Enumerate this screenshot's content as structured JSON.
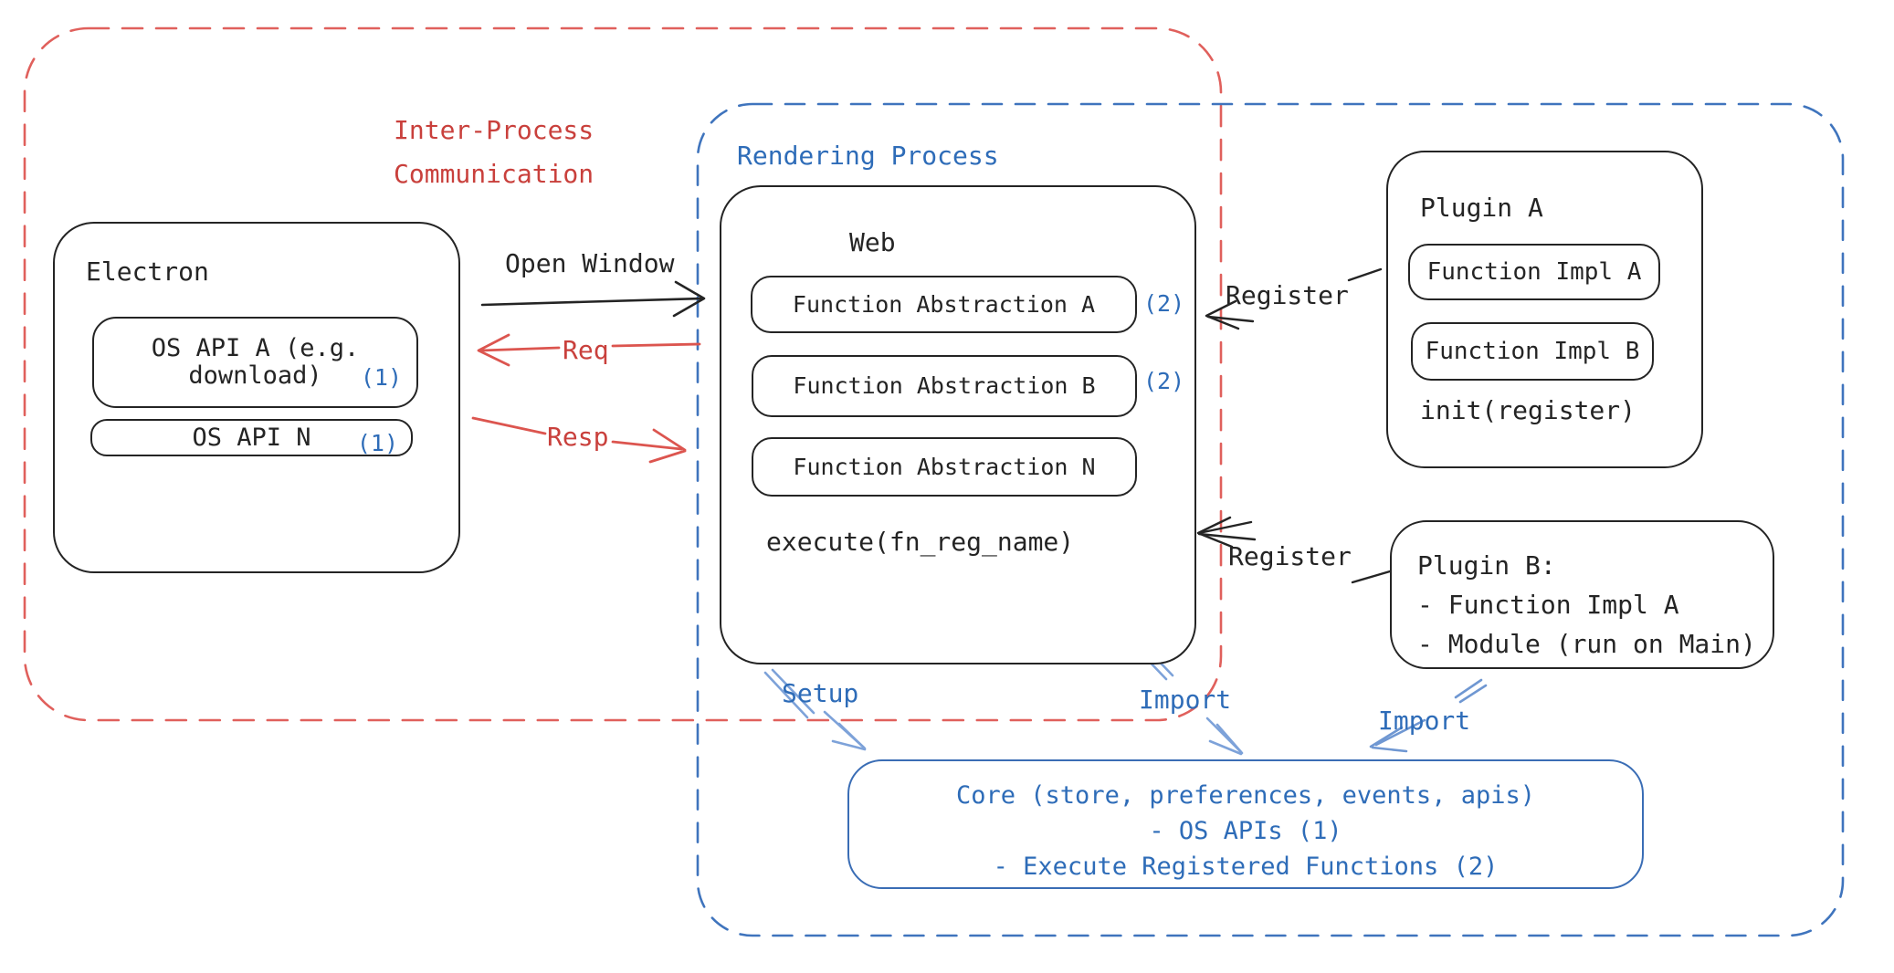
{
  "colors": {
    "ink": "#242424",
    "red_stroke": "#e0605c",
    "red_text": "#c9403c",
    "blue_stroke": "#3f74bd",
    "blue_text": "#2e6cb8",
    "blue_arrow": "#7da2d9"
  },
  "regions": {
    "ipc": {
      "label_line1": "Inter-Process",
      "label_line2": "Communication"
    },
    "rendering": {
      "label": "Rendering Process"
    }
  },
  "electron": {
    "title": "Electron",
    "api_a_line1": "OS API A (e.g.",
    "api_a_line2": "download)",
    "api_a_badge": "(1)",
    "api_n_label": "OS API N",
    "api_n_badge": "(1)"
  },
  "web": {
    "title": "Web",
    "abstractions": [
      {
        "label": "Function Abstraction A",
        "badge": "(2)"
      },
      {
        "label": "Function Abstraction B",
        "badge": "(2)"
      },
      {
        "label": "Function Abstraction N",
        "badge": ""
      }
    ],
    "footer": "execute(fn_reg_name)"
  },
  "plugin_a": {
    "title": "Plugin A",
    "impls": [
      {
        "label": "Function Impl A"
      },
      {
        "label": "Function Impl B"
      }
    ],
    "footer": "init(register)"
  },
  "plugin_b": {
    "title": "Plugin B:",
    "items": [
      {
        "label": "- Function Impl A"
      },
      {
        "label": "- Module (run on Main)"
      }
    ]
  },
  "core": {
    "line1": "Core (store, preferences, events, apis)",
    "line2": "- OS APIs (1)",
    "line3": "- Execute Registered Functions (2)"
  },
  "arrows": {
    "open_window": "Open Window",
    "req": "Req",
    "resp": "Resp",
    "register_a": "Register",
    "register_b": "Register",
    "setup": "Setup",
    "import_web": "Import",
    "import_plugin": "Import"
  }
}
